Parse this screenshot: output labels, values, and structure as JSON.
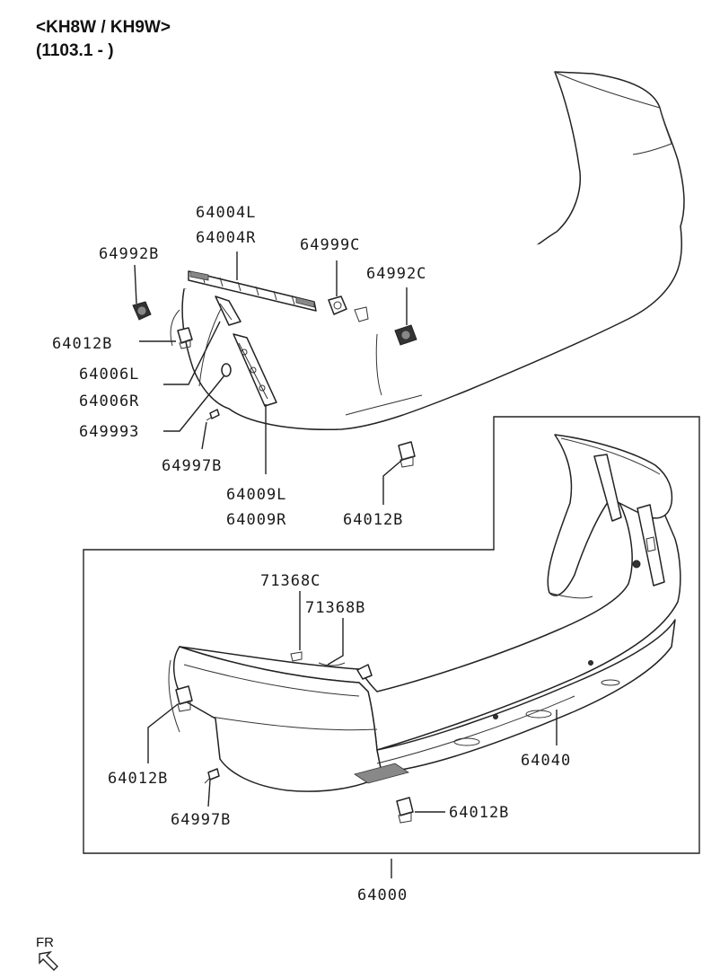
{
  "header": {
    "models": "<KH8W / KH9W>",
    "date_range": "(1103.1 - )"
  },
  "labels": {
    "l64004L": "64004L",
    "l64004R": "64004R",
    "l64992B": "64992B",
    "l64999C": "64999C",
    "l64992C": "64992C",
    "l64012B_a": "64012B",
    "l64006L": "64006L",
    "l64006R": "64006R",
    "l649993": "649993",
    "l64997B_a": "64997B",
    "l64009L": "64009L",
    "l64009R": "64009R",
    "l64012B_b": "64012B",
    "l71368C": "71368C",
    "l71368B": "71368B",
    "l64040": "64040",
    "l64012B_c": "64012B",
    "l64997B_b": "64997B",
    "l64012B_d": "64012B",
    "l64000": "64000"
  },
  "orientation": {
    "label": "FR",
    "icon": "front-direction-arrow-icon"
  }
}
